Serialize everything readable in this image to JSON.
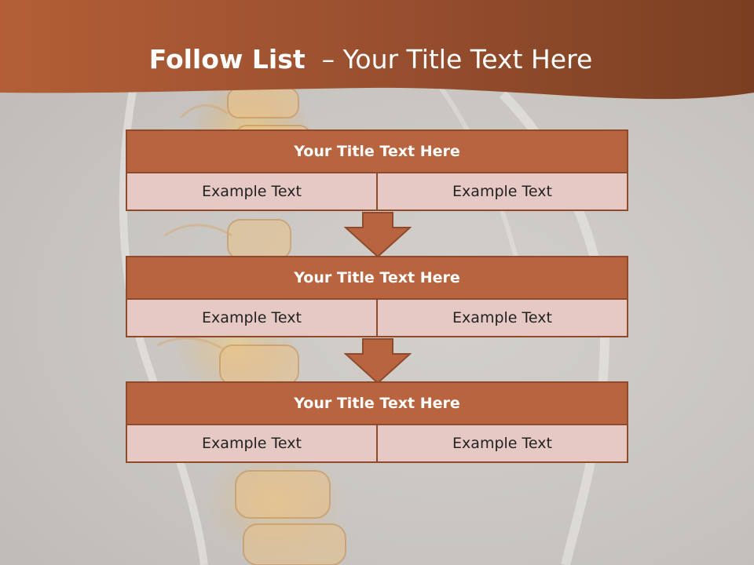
{
  "header": {
    "title_bold": "Follow List",
    "title_rest": "  – Your Title Text Here"
  },
  "steps": [
    {
      "title": "Your Title Text Here",
      "left": "Example Text",
      "right": "Example Text"
    },
    {
      "title": "Your Title Text Here",
      "left": "Example Text",
      "right": "Example Text"
    },
    {
      "title": "Your Title Text Here",
      "left": "Example Text",
      "right": "Example Text"
    }
  ],
  "colors": {
    "header_brown": "#9b4f2c",
    "box_title_fill": "#b8643f",
    "box_border": "#8f4a2c",
    "box_row_fill": "#e6c9c4",
    "arrow_fill": "#b8643f"
  }
}
